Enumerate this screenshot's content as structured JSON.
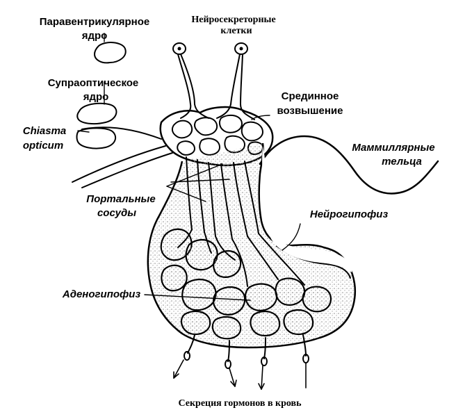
{
  "labels": {
    "paraventricular_l1": "Паравентрикулярное",
    "paraventricular_l2": "ядро",
    "neurosecretory_l1": "Нейросекреторные",
    "neurosecretory_l2": "клетки",
    "supraoptic_l1": "Супраоптическое",
    "supraoptic_l2": "ядро",
    "median_eminence_l1": "Срединное",
    "median_eminence_l2": "возвышение",
    "chiasma_l1": "Chiasma",
    "chiasma_l2": "opticum",
    "mammillary_l1": "Маммиллярные",
    "mammillary_l2": "тельца",
    "portal_l1": "Портальные",
    "portal_l2": "сосуды",
    "neurohypophysis": "Нейрогипофиз",
    "adenohypophysis": "Аденогипофиз",
    "secretion": "Секреция гормонов в кровь"
  },
  "colors": {
    "ink": "#000000",
    "stipple": "#b8b8b8",
    "paper": "#ffffff"
  }
}
